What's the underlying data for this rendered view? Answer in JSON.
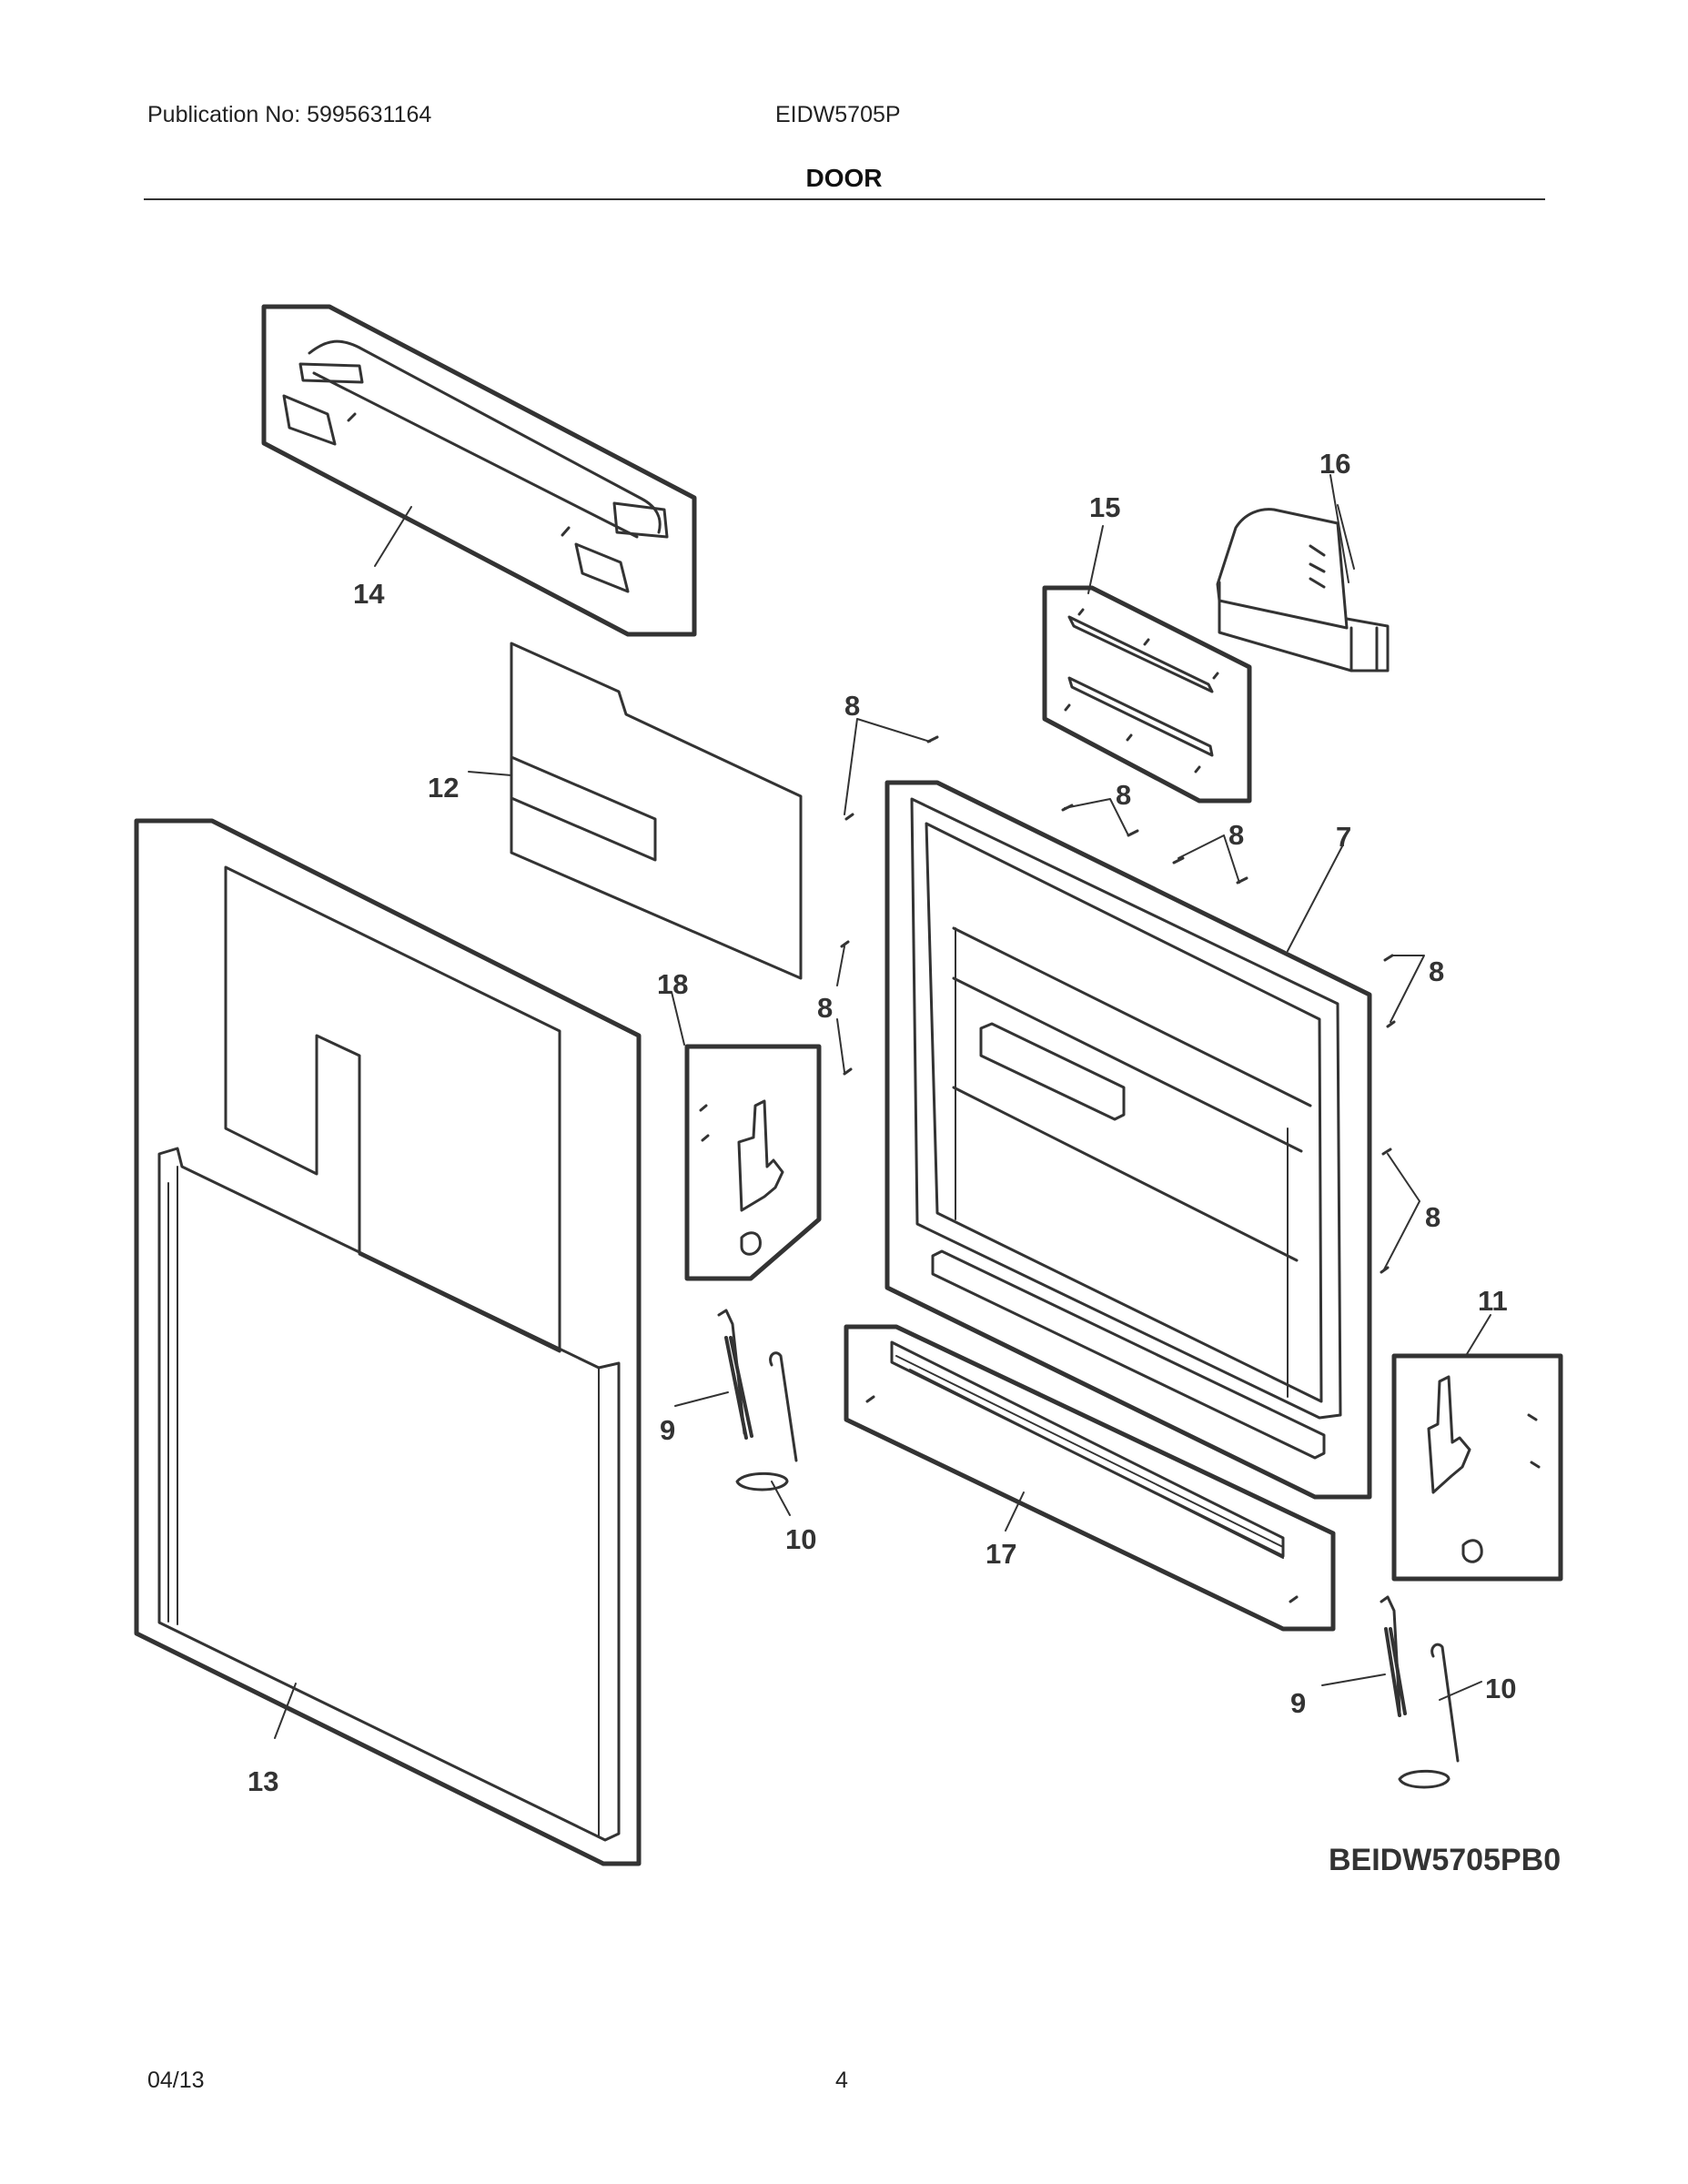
{
  "header": {
    "publication": "Publication No: 5995631164",
    "model": "EIDW5705P",
    "section_title": "DOOR"
  },
  "diagram": {
    "code": "BEIDW5705PB0",
    "callouts": {
      "c14": "14",
      "c16": "16",
      "c15": "15",
      "c12": "12",
      "c8a": "8",
      "c8b": "8",
      "c8c": "8",
      "c8d": "8",
      "c8e": "8",
      "c8f": "8",
      "c7": "7",
      "c18": "18",
      "c11": "11",
      "c9a": "9",
      "c10a": "10",
      "c17": "17",
      "c9b": "9",
      "c10b": "10",
      "c13": "13"
    }
  },
  "footer": {
    "date": "04/13",
    "page": "4"
  }
}
